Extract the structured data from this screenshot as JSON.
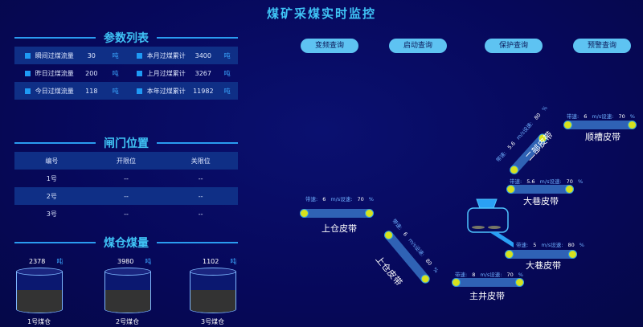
{
  "title": "煤矿采煤实时监控",
  "params": {
    "heading": "参数列表",
    "rows": [
      [
        {
          "name": "瞬间过煤流量",
          "value": "30",
          "unit": "吨"
        },
        {
          "name": "本月过煤累计",
          "value": "3400",
          "unit": "吨"
        }
      ],
      [
        {
          "name": "昨日过煤流量",
          "value": "200",
          "unit": "吨"
        },
        {
          "name": "上月过煤累计",
          "value": "3267",
          "unit": "吨"
        }
      ],
      [
        {
          "name": "今日过煤流量",
          "value": "118",
          "unit": "吨"
        },
        {
          "name": "本年过煤累计",
          "value": "11982",
          "unit": "吨"
        }
      ]
    ]
  },
  "gates": {
    "heading": "闸门位置",
    "columns": [
      "编号",
      "开限位",
      "关限位"
    ],
    "rows": [
      [
        "1号",
        "--",
        "--"
      ],
      [
        "2号",
        "--",
        "--"
      ],
      [
        "3号",
        "--",
        "--"
      ]
    ]
  },
  "bins": {
    "heading": "煤仓煤量",
    "items": [
      {
        "value": "2378",
        "unit": "吨",
        "name": "1号煤仓",
        "level": 0.55
      },
      {
        "value": "3980",
        "unit": "吨",
        "name": "2号煤仓",
        "level": 0.55
      },
      {
        "value": "1102",
        "unit": "吨",
        "name": "3号煤仓",
        "level": 0.55
      }
    ]
  },
  "buttons": [
    "变频查询",
    "启动查询",
    "保护查询",
    "预警查询"
  ],
  "belt_labels": {
    "speed": "带速:",
    "unit": "m/s",
    "set": "设速:",
    "pct": "%"
  },
  "belts": [
    {
      "name": "上仓皮带",
      "speed": "6",
      "set": "70"
    },
    {
      "name": "上仓皮带",
      "speed": "6",
      "set": "80"
    },
    {
      "name": "主井皮带",
      "speed": "8",
      "set": "70"
    },
    {
      "name": "大巷皮带",
      "speed": "5",
      "set": "80"
    },
    {
      "name": "大巷皮带",
      "speed": "5.6",
      "set": "70"
    },
    {
      "name": "二部皮带",
      "speed": "5.6",
      "set": "80"
    },
    {
      "name": "顺槽皮带",
      "speed": "6",
      "set": "70"
    }
  ],
  "colors": {
    "accent": "#3fc3f5",
    "belt": "#2f62b5",
    "roller": "#d6e21e",
    "button": "#5ec3f2"
  }
}
